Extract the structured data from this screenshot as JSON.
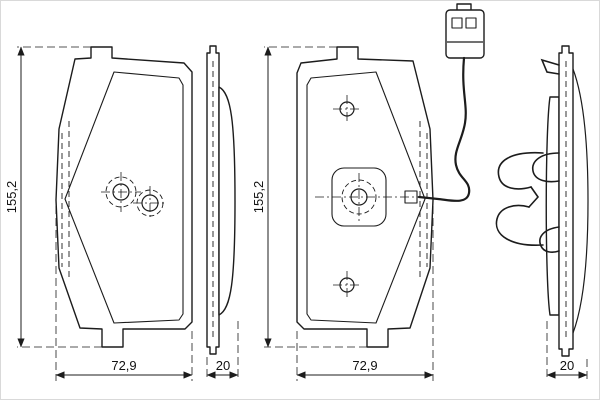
{
  "drawing": {
    "type": "brake-pad-set-technical-drawing",
    "colors": {
      "line": "#1c1c1c",
      "background": "#ffffff",
      "border": "#d9d9d9"
    },
    "dims": {
      "pad1_height": "155,2",
      "pad1_width": "72,9",
      "shim1_thickness": "20",
      "pad2_height": "155,2",
      "pad2_width": "72,9",
      "shim2_thickness": "20"
    },
    "parts": {
      "pad1_front": "outer-pad-front-view",
      "pad1_side": "outer-pad-side-view",
      "pad2_front": "inner-pad-front-view-with-wear-sensor",
      "sensor": "wear-sensor-connector",
      "spring": "retaining-spring-clip",
      "pad2_side": "inner-pad-side-view"
    }
  }
}
